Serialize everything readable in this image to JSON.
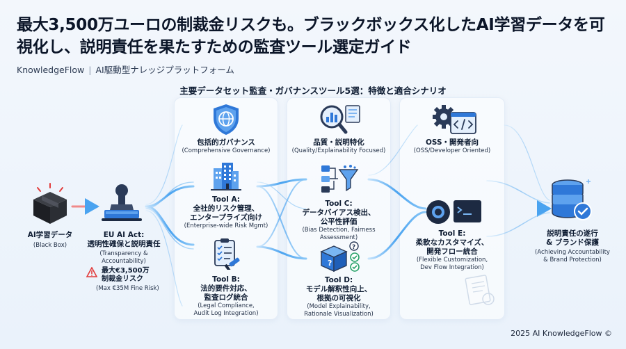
{
  "header": {
    "title": "最大3,500万ユーロの制裁金リスクも。ブラックボックス化したAI学習データを可視化し、説明責任を果たすための監査ツール選定ガイド",
    "brand": "KnowledgeFlow",
    "brand_tagline": "AI駆動型ナレッジプラットフォーム",
    "section_title": "主要データセット監査・ガバナンスツール5選：特徴と適合シナリオ"
  },
  "input": {
    "label": "AI学習データ",
    "sublabel": "(Black Box)"
  },
  "regulation": {
    "label": "EU AI Act:",
    "label2": "透明性確保と説明責任",
    "sublabel": "(Transparency & Accountability)",
    "risk_label": "最大€3,500万 制裁金リスク",
    "risk_en": "(Max €35M Fine Risk)"
  },
  "categories": [
    {
      "title": "包括的ガバナンス",
      "en": "(Comprehensive Governance)"
    },
    {
      "title": "品質・説明特化",
      "en": "(Quality/Explainability Focused)"
    },
    {
      "title": "OSS・開発者向",
      "en": "(OSS/Developer Oriented)"
    }
  ],
  "tools": {
    "a": {
      "name": "Tool A:",
      "desc1": "全社的リスク管理、",
      "desc2": "エンタープライズ向け",
      "en": "(Enterprise-wide Risk Mgmt)"
    },
    "b": {
      "name": "Tool B:",
      "desc1": "法的要件対応、",
      "desc2": "監査ログ統合",
      "en1": "(Legal Compliance,",
      "en2": "Audit Log Integration)"
    },
    "c": {
      "name": "Tool C:",
      "desc1": "データバイアス検出、",
      "desc2": "公平性評価",
      "en1": "(Bias Detection, Fairness",
      "en2": "Assessment)"
    },
    "d": {
      "name": "Tool D:",
      "desc1": "モデル解釈性向上、",
      "desc2": "根拠の可視化",
      "en1": "(Model Explainability,",
      "en2": "Rationale Visualization)"
    },
    "e": {
      "name": "Tool E:",
      "desc1": "柔軟なカスタマイズ、",
      "desc2": "開発フロー統合",
      "en1": "(Flexible Customization,",
      "en2": "Dev Flow Integration)"
    }
  },
  "output": {
    "label1": "説明責任の遂行",
    "label2": "& ブランド保護",
    "en1": "(Achieving Accountability",
    "en2": "& Brand Protection)"
  },
  "footer": "2025 AI KnowledgeFlow ©",
  "colors": {
    "flow": "#4aa3f0",
    "flow_light": "#9fd0fa",
    "icon_blue": "#2f78d8",
    "dark": "#24344f",
    "alert": "#e23b3b"
  }
}
